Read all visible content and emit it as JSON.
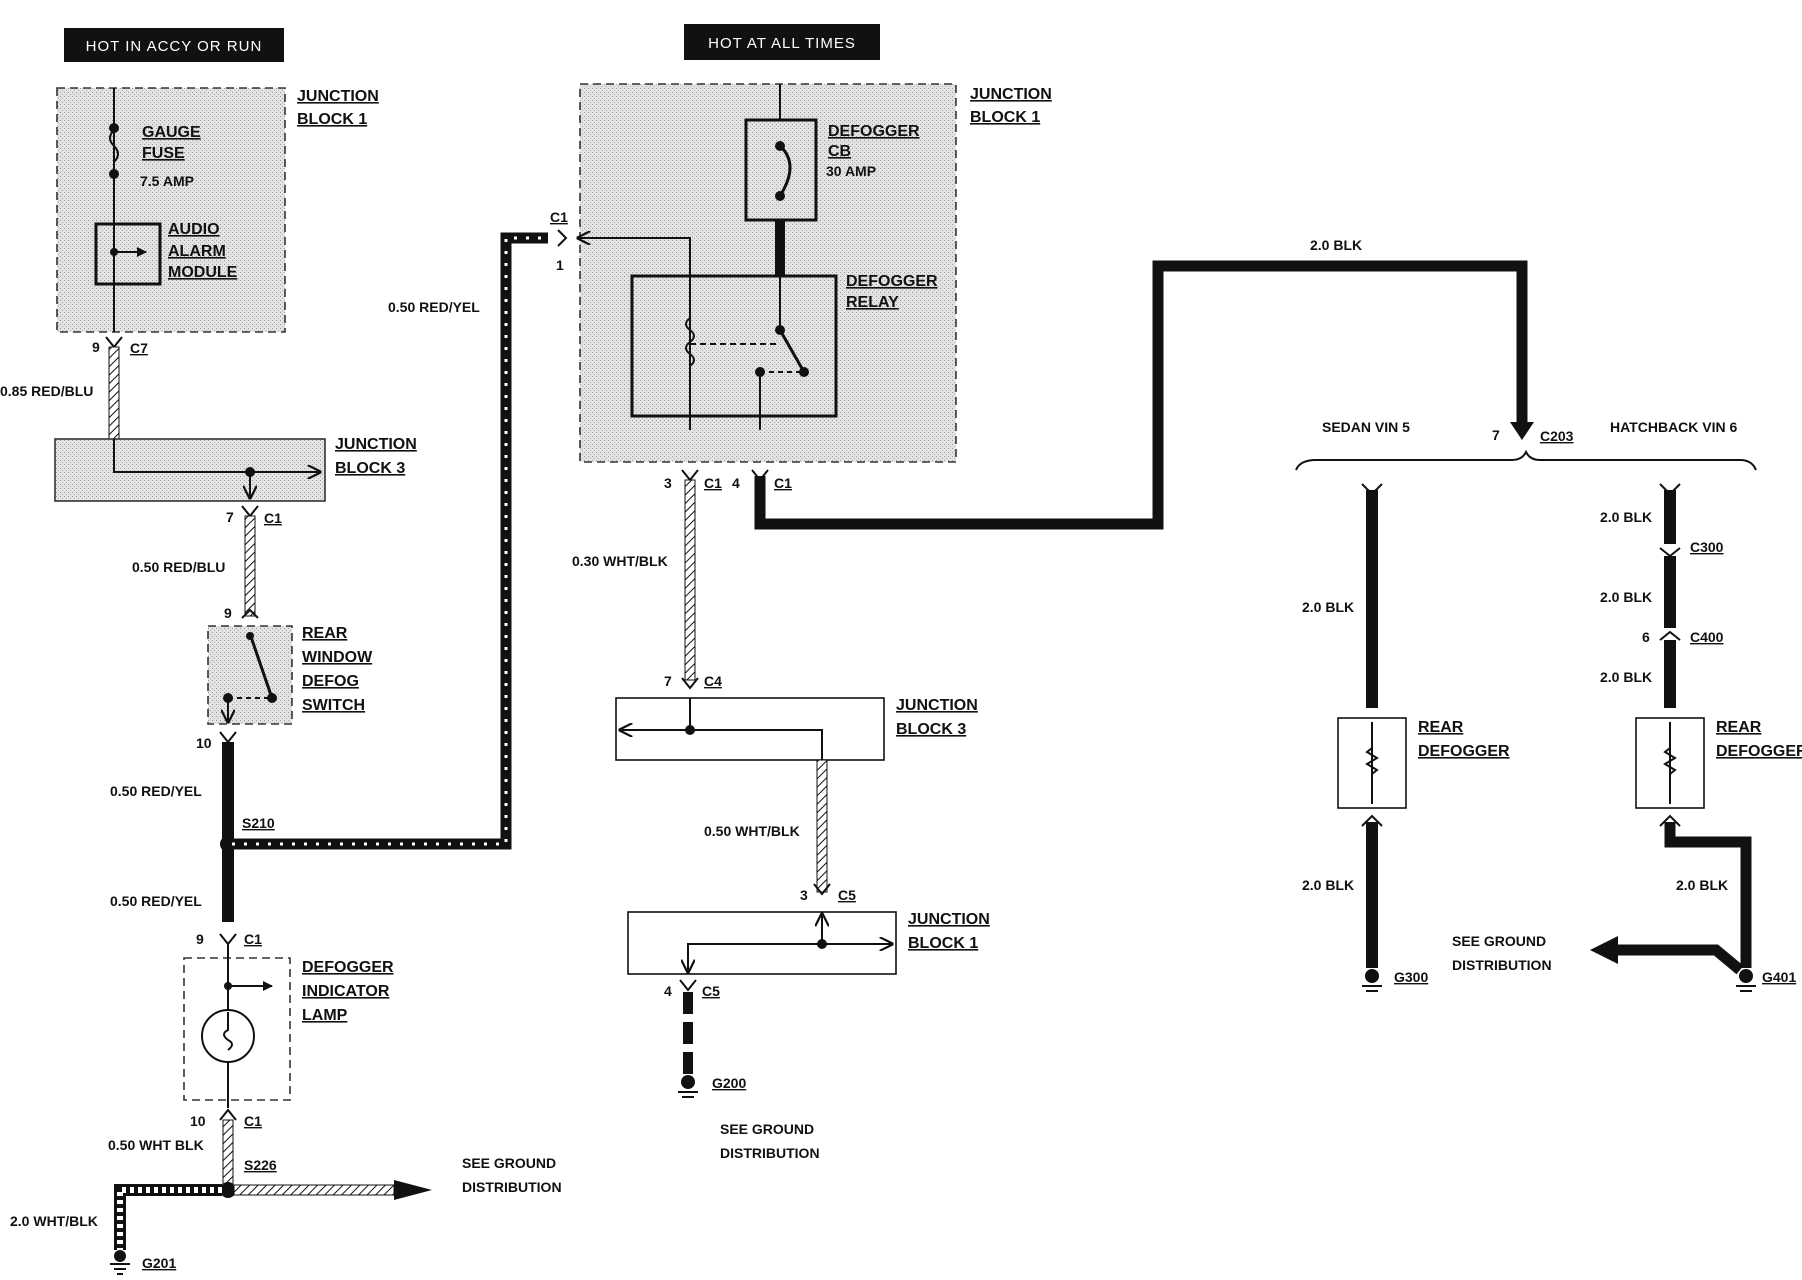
{
  "headers": {
    "left": "HOT IN ACCY OR RUN",
    "center": "HOT AT ALL TIMES"
  },
  "components": {
    "jb1_left": [
      "JUNCTION",
      "BLOCK 1"
    ],
    "gauge_fuse": [
      "GAUGE",
      "FUSE"
    ],
    "gauge_fuse_rating": "7.5 AMP",
    "audio_alarm": [
      "AUDIO",
      "ALARM",
      "MODULE"
    ],
    "jb3_left": [
      "JUNCTION",
      "BLOCK 3"
    ],
    "rear_window_defog_switch": [
      "REAR",
      "WINDOW",
      "DEFOG",
      "SWITCH"
    ],
    "defogger_indicator_lamp": [
      "DEFOGGER",
      "INDICATOR",
      "LAMP"
    ],
    "jb1_center": [
      "JUNCTION",
      "BLOCK 1"
    ],
    "defogger_cb": [
      "DEFOGGER",
      "CB"
    ],
    "defogger_cb_rating": "30 AMP",
    "defogger_relay": [
      "DEFOGGER",
      "RELAY"
    ],
    "jb3_center": [
      "JUNCTION",
      "BLOCK 3"
    ],
    "jb1_bottom": [
      "JUNCTION",
      "BLOCK 1"
    ],
    "sedan": "SEDAN VIN 5",
    "hatchback": "HATCHBACK VIN 6",
    "rear_defogger_sedan": [
      "REAR",
      "DEFOGGER"
    ],
    "rear_defogger_hatch": [
      "REAR",
      "DEFOGGER"
    ]
  },
  "connectors": {
    "c7": "C7",
    "c1": "C1",
    "c4": "C4",
    "c5": "C5",
    "c203": "C203",
    "c300": "C300",
    "c400": "C400"
  },
  "pins": {
    "p9": "9",
    "p7": "7",
    "p10": "10",
    "p1": "1",
    "p3": "3",
    "p4": "4",
    "p6": "6"
  },
  "splices": {
    "s210": "S210",
    "s226": "S226"
  },
  "grounds": {
    "g201": "G201",
    "g200": "G200",
    "g300": "G300",
    "g401": "G401"
  },
  "wires": {
    "red_blu_085": "0.85 RED/BLU",
    "red_blu_050": "0.50 RED/BLU",
    "red_yel_050": "0.50 RED/YEL",
    "wht_blk_050_space": "0.50 WHT BLK",
    "wht_blk_20": "2.0 WHT/BLK",
    "wht_blk_030": "0.30 WHT/BLK",
    "wht_blk_050": "0.50 WHT/BLK",
    "blk_20": "2.0 BLK"
  },
  "notes": {
    "see_ground": [
      "SEE GROUND",
      "DISTRIBUTION"
    ]
  }
}
